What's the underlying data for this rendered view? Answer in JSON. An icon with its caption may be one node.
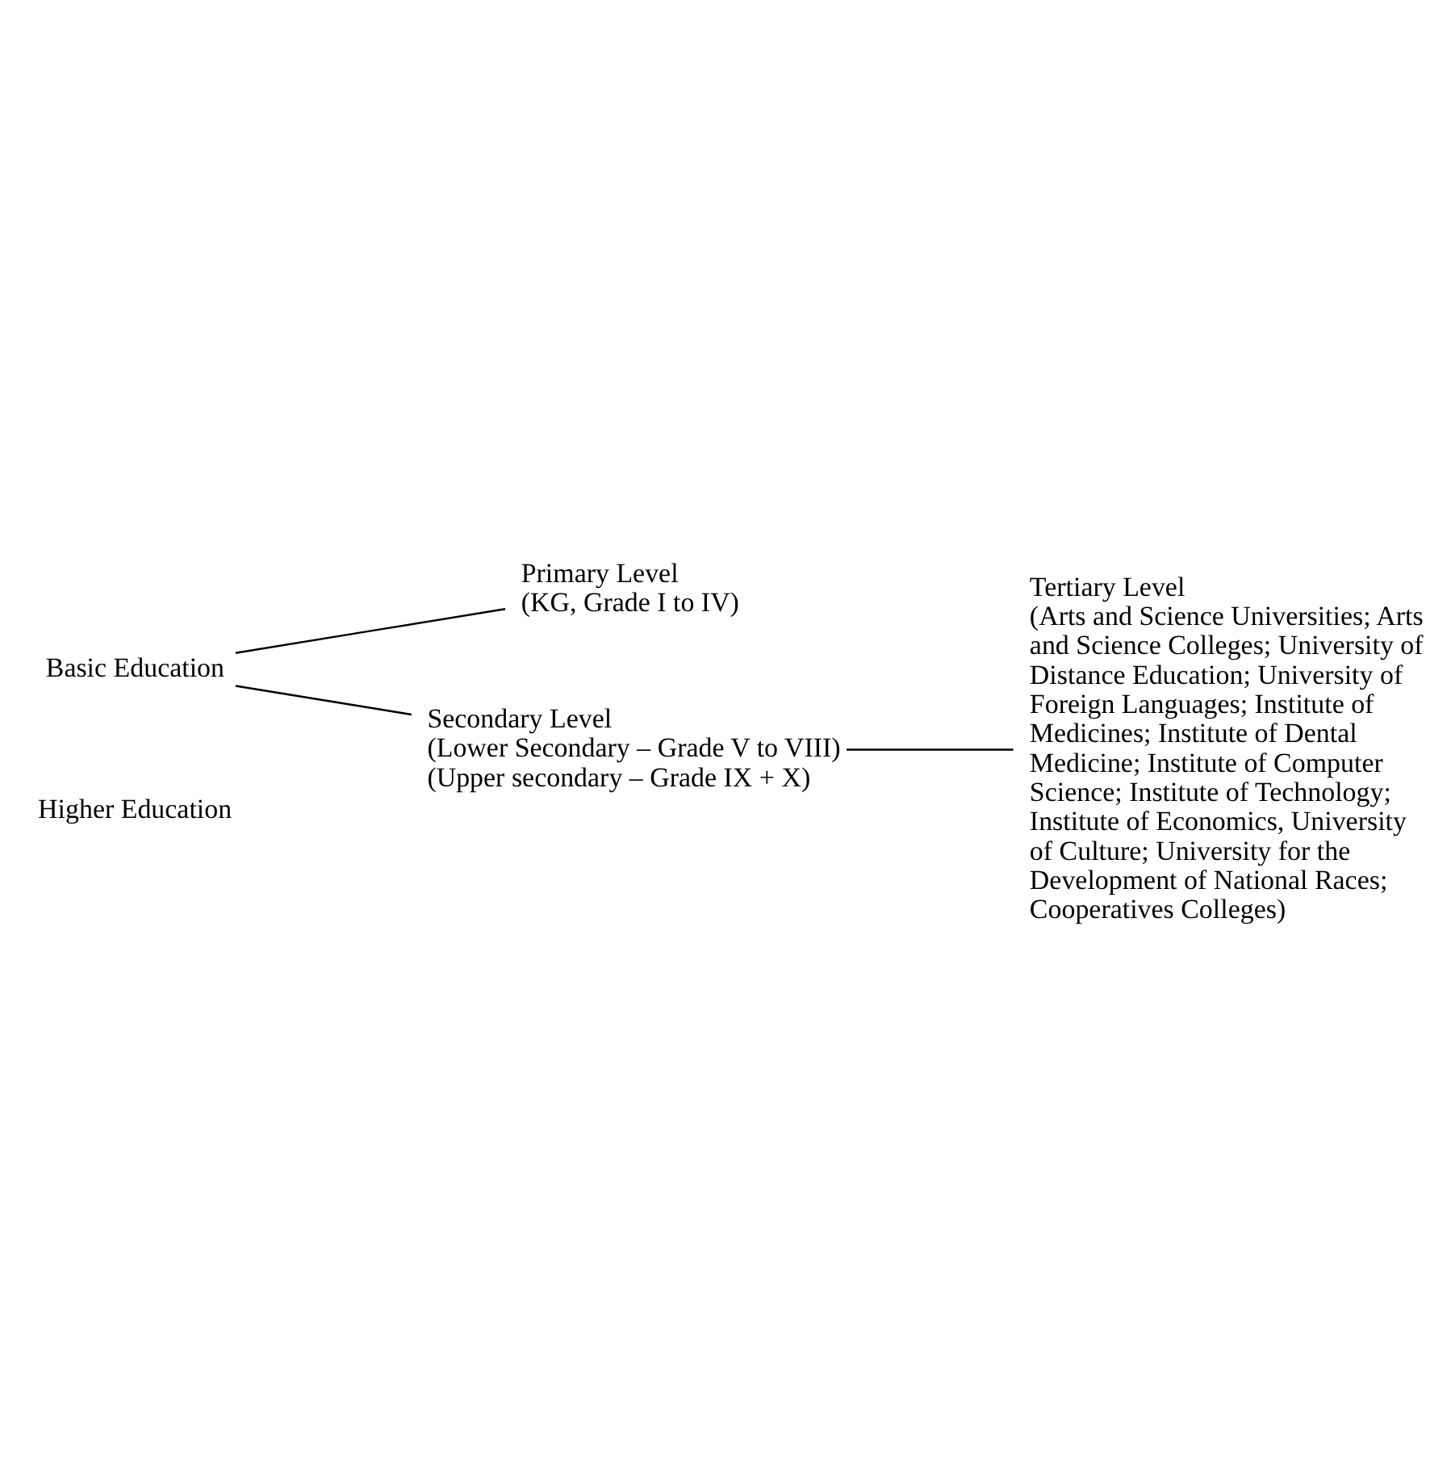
{
  "diagram": {
    "nodes": [
      {
        "text": [
          "Basic Education"
        ]
      },
      {
        "text": [
          "Primary Level",
          "(KG, Grade I to IV)"
        ]
      },
      {
        "text": [
          "Secondary Level",
          "(Lower Secondary – Grade V to VIII)",
          "(Upper secondary – Grade IX + X)"
        ]
      },
      {
        "text": [
          "Higher Education"
        ]
      },
      {
        "text": [
          "Tertiary Level",
          "(Arts and Science Universities; Arts and Science Colleges; University of Distance Education; University of Foreign Languages; Institute of Medicines; Institute of Dental Medicine; Institute of Computer Science; Institute of Technology; Institute of Economics, University of Culture; University for the Development of National Races; Cooperatives Colleges)"
        ]
      }
    ],
    "edges": [
      {
        "from": 0,
        "to": 1,
        "arrow": "none"
      },
      {
        "from": 0,
        "to": 2,
        "arrow": "none"
      },
      {
        "from": 2,
        "to": 4,
        "arrow": "none"
      }
    ]
  }
}
